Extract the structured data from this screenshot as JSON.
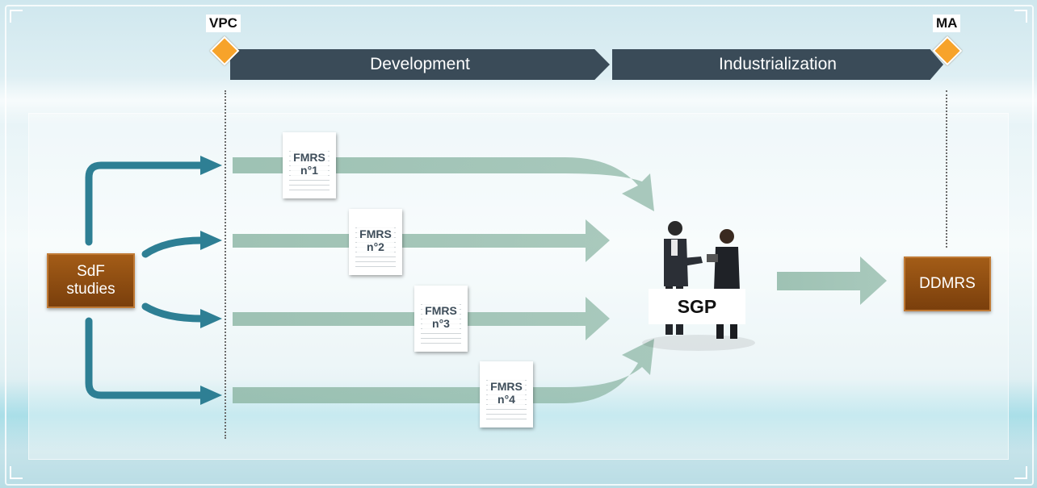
{
  "milestones": {
    "start": "VPC",
    "end": "MA"
  },
  "phases": [
    "Development",
    "Industrialization"
  ],
  "source_box": "SdF\nstudies",
  "documents": [
    {
      "title": "FMRS",
      "number": "n°1"
    },
    {
      "title": "FMRS",
      "number": "n°2"
    },
    {
      "title": "FMRS",
      "number": "n°3"
    },
    {
      "title": "FMRS",
      "number": "n°4"
    }
  ],
  "hub_label": "SGP",
  "output_box": "DDMRS",
  "colors": {
    "timeline": "#3a4b58",
    "milestone": "#f7a32a",
    "box": "#8a4a12",
    "teal_arrow": "#2e7f94",
    "flow_arrow": "#8fb8a7"
  }
}
